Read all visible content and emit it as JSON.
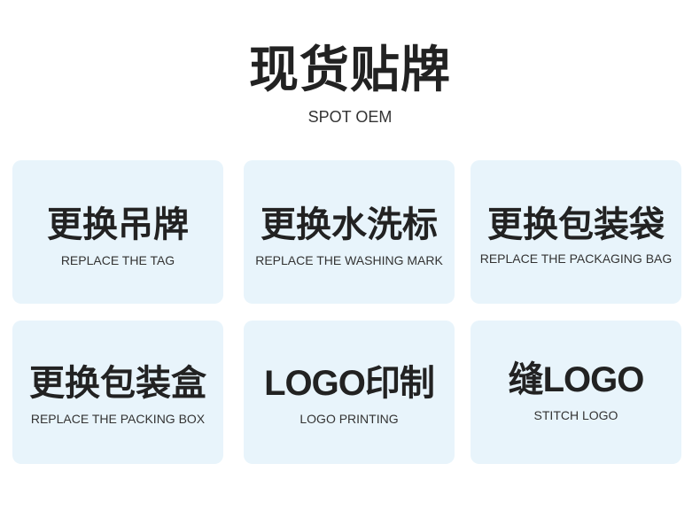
{
  "header": {
    "title": "现货贴牌",
    "subtitle": "SPOT OEM"
  },
  "cards": [
    {
      "title": "更换吊牌",
      "subtitle": "REPLACE THE TAG"
    },
    {
      "title": "更换水洗标",
      "subtitle": "REPLACE THE WASHING MARK"
    },
    {
      "title": "更换包装袋",
      "subtitle": "REPLACE THE PACKAGING BAG"
    },
    {
      "title": "更换包装盒",
      "subtitle": "REPLACE THE PACKING BOX"
    },
    {
      "title": "LOGO印制",
      "subtitle": "LOGO PRINTING"
    },
    {
      "title": "缝LOGO",
      "subtitle": "STITCH LOGO"
    }
  ],
  "colors": {
    "card_background": "#e8f4fb",
    "text": "#222222"
  }
}
